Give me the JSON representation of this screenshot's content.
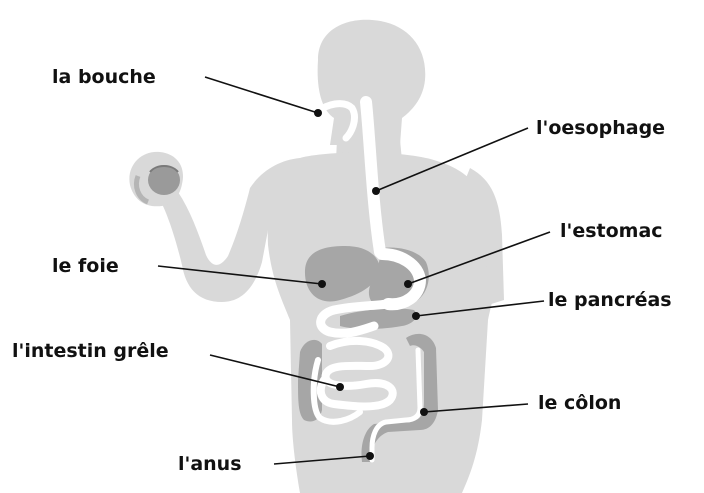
{
  "diagram": {
    "colors": {
      "body": "#d9d9d9",
      "organ": "#a6a6a6",
      "tract": "#ffffff",
      "text": "#111111"
    },
    "labels": {
      "mouth": "la bouche",
      "esophagus": "l'oesophage",
      "stomach": "l'estomac",
      "liver": "le foie",
      "pancreas": "le pancréas",
      "small_intestine": "l'intestin grêle",
      "colon": "le côlon",
      "anus": "l'anus"
    }
  }
}
